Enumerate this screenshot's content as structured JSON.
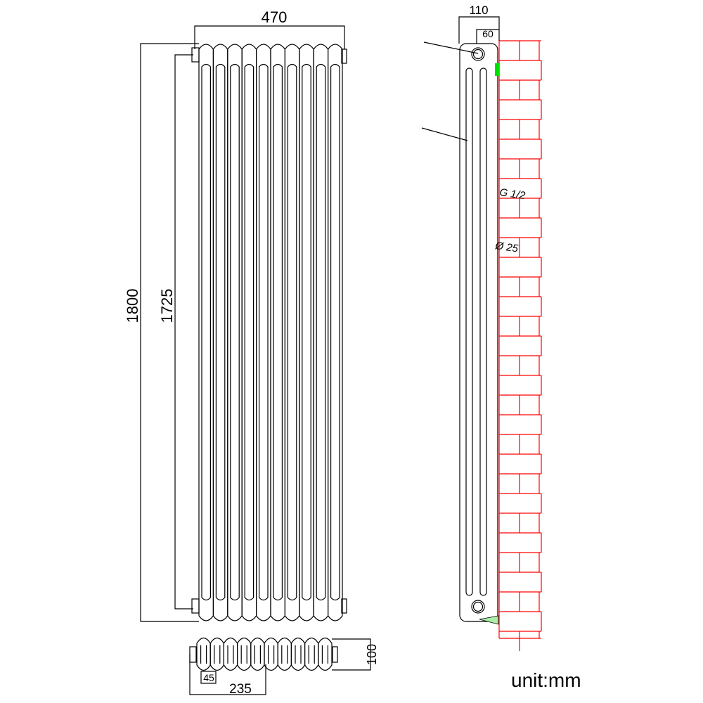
{
  "front_view": {
    "width_label": "470",
    "height_label": "1800",
    "centers_label": "1725",
    "columns": 10
  },
  "side_view": {
    "depth_label": "110",
    "offset_label": "60",
    "thread_label": "G 1/2",
    "diameter_label": "Ø 25"
  },
  "cross_section": {
    "depth_label": "100",
    "pitch_label": "45",
    "half_width_label": "235"
  },
  "unit_label": "unit:mm",
  "colors": {
    "wall": "#ff0000",
    "bracket": "#00cc00",
    "line": "#000000"
  }
}
